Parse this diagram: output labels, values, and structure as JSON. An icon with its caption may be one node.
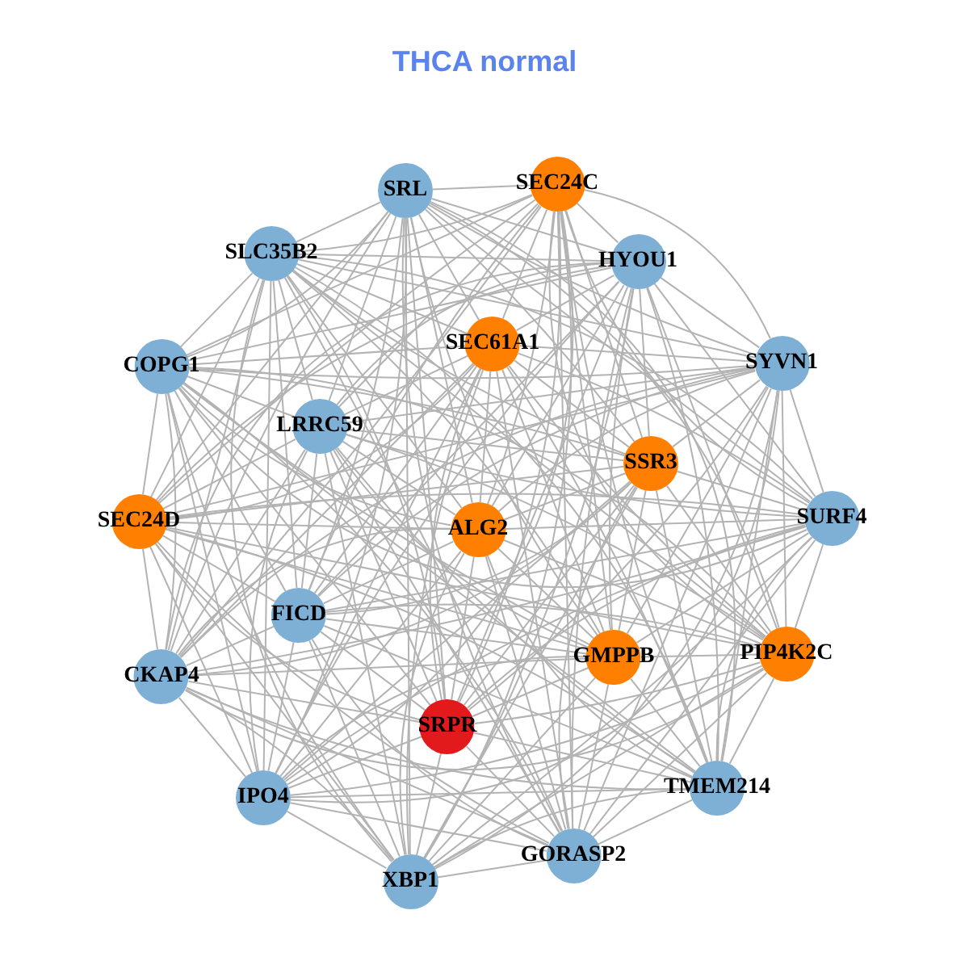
{
  "diagram": {
    "title": "THCA normal",
    "nodes": [
      {
        "text": [
          "SRL"
        ]
      },
      {
        "text": [
          "SEC24C"
        ]
      },
      {
        "text": [
          "HYOU1"
        ]
      },
      {
        "text": [
          "SLC35B2"
        ]
      },
      {
        "text": [
          "SEC61A1"
        ]
      },
      {
        "text": [
          "SYVN1"
        ]
      },
      {
        "text": [
          "COPG1"
        ]
      },
      {
        "text": [
          "LRRC59"
        ]
      },
      {
        "text": [
          "SSR3"
        ]
      },
      {
        "text": [
          "SEC24D"
        ]
      },
      {
        "text": [
          "ALG2"
        ]
      },
      {
        "text": [
          "SURF4"
        ]
      },
      {
        "text": [
          "FICD"
        ]
      },
      {
        "text": [
          "CKAP4"
        ]
      },
      {
        "text": [
          "GMPPB"
        ]
      },
      {
        "text": [
          "PIP4K2C"
        ]
      },
      {
        "text": [
          "SRPR"
        ]
      },
      {
        "text": [
          "IPO4"
        ]
      },
      {
        "text": [
          "TMEM214"
        ]
      },
      {
        "text": [
          "GORASP2"
        ]
      },
      {
        "text": [
          "XBP1"
        ]
      }
    ],
    "edges": [
      {
        "from": 0,
        "to": 1,
        "arrow": "none"
      },
      {
        "from": 0,
        "to": 2,
        "arrow": "none"
      },
      {
        "from": 0,
        "to": 3,
        "arrow": "none"
      },
      {
        "from": 0,
        "to": 4,
        "arrow": "none"
      },
      {
        "from": 0,
        "to": 5,
        "arrow": "none"
      },
      {
        "from": 0,
        "to": 6,
        "arrow": "none"
      },
      {
        "from": 0,
        "to": 7,
        "arrow": "none"
      },
      {
        "from": 0,
        "to": 8,
        "arrow": "none"
      },
      {
        "from": 0,
        "to": 9,
        "arrow": "none"
      },
      {
        "from": 0,
        "to": 10,
        "arrow": "none"
      },
      {
        "from": 0,
        "to": 11,
        "arrow": "none"
      },
      {
        "from": 0,
        "to": 12,
        "arrow": "none"
      },
      {
        "from": 0,
        "to": 13,
        "arrow": "none"
      },
      {
        "from": 0,
        "to": 14,
        "arrow": "none"
      },
      {
        "from": 0,
        "to": 15,
        "arrow": "none"
      },
      {
        "from": 0,
        "to": 16,
        "arrow": "none"
      },
      {
        "from": 0,
        "to": 17,
        "arrow": "none"
      },
      {
        "from": 0,
        "to": 18,
        "arrow": "none"
      },
      {
        "from": 0,
        "to": 19,
        "arrow": "none"
      },
      {
        "from": 0,
        "to": 20,
        "arrow": "none"
      },
      {
        "from": 1,
        "to": 2,
        "arrow": "none"
      },
      {
        "from": 1,
        "to": 3,
        "arrow": "none"
      },
      {
        "from": 1,
        "to": 4,
        "arrow": "none"
      },
      {
        "from": 1,
        "to": 5,
        "arrow": "none"
      },
      {
        "from": 1,
        "to": 6,
        "arrow": "none"
      },
      {
        "from": 1,
        "to": 7,
        "arrow": "none"
      },
      {
        "from": 1,
        "to": 8,
        "arrow": "none"
      },
      {
        "from": 1,
        "to": 9,
        "arrow": "none"
      },
      {
        "from": 1,
        "to": 10,
        "arrow": "none"
      },
      {
        "from": 1,
        "to": 11,
        "arrow": "none"
      },
      {
        "from": 1,
        "to": 12,
        "arrow": "none"
      },
      {
        "from": 1,
        "to": 13,
        "arrow": "none"
      },
      {
        "from": 1,
        "to": 14,
        "arrow": "none"
      },
      {
        "from": 1,
        "to": 15,
        "arrow": "none"
      },
      {
        "from": 1,
        "to": 16,
        "arrow": "none"
      },
      {
        "from": 1,
        "to": 17,
        "arrow": "none"
      },
      {
        "from": 1,
        "to": 18,
        "arrow": "none"
      },
      {
        "from": 1,
        "to": 19,
        "arrow": "none"
      },
      {
        "from": 1,
        "to": 20,
        "arrow": "none"
      },
      {
        "from": 2,
        "to": 3,
        "arrow": "none"
      },
      {
        "from": 2,
        "to": 4,
        "arrow": "none"
      },
      {
        "from": 2,
        "to": 5,
        "arrow": "none"
      },
      {
        "from": 2,
        "to": 6,
        "arrow": "none"
      },
      {
        "from": 2,
        "to": 7,
        "arrow": "none"
      },
      {
        "from": 2,
        "to": 8,
        "arrow": "none"
      },
      {
        "from": 2,
        "to": 9,
        "arrow": "none"
      },
      {
        "from": 2,
        "to": 10,
        "arrow": "none"
      },
      {
        "from": 2,
        "to": 11,
        "arrow": "none"
      },
      {
        "from": 2,
        "to": 12,
        "arrow": "none"
      },
      {
        "from": 2,
        "to": 13,
        "arrow": "none"
      },
      {
        "from": 2,
        "to": 14,
        "arrow": "none"
      },
      {
        "from": 2,
        "to": 15,
        "arrow": "none"
      },
      {
        "from": 2,
        "to": 16,
        "arrow": "none"
      },
      {
        "from": 2,
        "to": 17,
        "arrow": "none"
      },
      {
        "from": 2,
        "to": 18,
        "arrow": "none"
      },
      {
        "from": 2,
        "to": 19,
        "arrow": "none"
      },
      {
        "from": 2,
        "to": 20,
        "arrow": "none"
      },
      {
        "from": 3,
        "to": 4,
        "arrow": "none"
      },
      {
        "from": 3,
        "to": 5,
        "arrow": "none"
      },
      {
        "from": 3,
        "to": 6,
        "arrow": "none"
      },
      {
        "from": 3,
        "to": 7,
        "arrow": "none"
      },
      {
        "from": 3,
        "to": 8,
        "arrow": "none"
      },
      {
        "from": 3,
        "to": 9,
        "arrow": "none"
      },
      {
        "from": 3,
        "to": 10,
        "arrow": "none"
      },
      {
        "from": 3,
        "to": 11,
        "arrow": "none"
      },
      {
        "from": 3,
        "to": 12,
        "arrow": "none"
      },
      {
        "from": 3,
        "to": 13,
        "arrow": "none"
      },
      {
        "from": 3,
        "to": 14,
        "arrow": "none"
      },
      {
        "from": 3,
        "to": 15,
        "arrow": "none"
      },
      {
        "from": 3,
        "to": 16,
        "arrow": "none"
      },
      {
        "from": 3,
        "to": 17,
        "arrow": "none"
      },
      {
        "from": 3,
        "to": 18,
        "arrow": "none"
      },
      {
        "from": 3,
        "to": 19,
        "arrow": "none"
      },
      {
        "from": 3,
        "to": 20,
        "arrow": "none"
      },
      {
        "from": 4,
        "to": 5,
        "arrow": "none"
      },
      {
        "from": 4,
        "to": 6,
        "arrow": "none"
      },
      {
        "from": 4,
        "to": 7,
        "arrow": "none"
      },
      {
        "from": 4,
        "to": 8,
        "arrow": "none"
      },
      {
        "from": 4,
        "to": 9,
        "arrow": "none"
      },
      {
        "from": 4,
        "to": 10,
        "arrow": "none"
      },
      {
        "from": 4,
        "to": 11,
        "arrow": "none"
      },
      {
        "from": 4,
        "to": 12,
        "arrow": "none"
      },
      {
        "from": 4,
        "to": 13,
        "arrow": "none"
      },
      {
        "from": 4,
        "to": 14,
        "arrow": "none"
      },
      {
        "from": 4,
        "to": 15,
        "arrow": "none"
      },
      {
        "from": 4,
        "to": 16,
        "arrow": "none"
      },
      {
        "from": 4,
        "to": 17,
        "arrow": "none"
      },
      {
        "from": 4,
        "to": 18,
        "arrow": "none"
      },
      {
        "from": 4,
        "to": 19,
        "arrow": "none"
      },
      {
        "from": 4,
        "to": 20,
        "arrow": "none"
      },
      {
        "from": 5,
        "to": 6,
        "arrow": "none"
      },
      {
        "from": 5,
        "to": 7,
        "arrow": "none"
      },
      {
        "from": 5,
        "to": 8,
        "arrow": "none"
      },
      {
        "from": 5,
        "to": 9,
        "arrow": "none"
      },
      {
        "from": 5,
        "to": 10,
        "arrow": "none"
      },
      {
        "from": 5,
        "to": 11,
        "arrow": "none"
      },
      {
        "from": 5,
        "to": 12,
        "arrow": "none"
      },
      {
        "from": 5,
        "to": 13,
        "arrow": "none"
      },
      {
        "from": 5,
        "to": 14,
        "arrow": "none"
      },
      {
        "from": 5,
        "to": 15,
        "arrow": "none"
      },
      {
        "from": 5,
        "to": 16,
        "arrow": "none"
      },
      {
        "from": 5,
        "to": 17,
        "arrow": "none"
      },
      {
        "from": 5,
        "to": 18,
        "arrow": "none"
      },
      {
        "from": 5,
        "to": 19,
        "arrow": "none"
      },
      {
        "from": 5,
        "to": 20,
        "arrow": "none"
      },
      {
        "from": 6,
        "to": 7,
        "arrow": "none"
      },
      {
        "from": 6,
        "to": 8,
        "arrow": "none"
      },
      {
        "from": 6,
        "to": 9,
        "arrow": "none"
      },
      {
        "from": 6,
        "to": 10,
        "arrow": "none"
      },
      {
        "from": 6,
        "to": 11,
        "arrow": "none"
      },
      {
        "from": 6,
        "to": 12,
        "arrow": "none"
      },
      {
        "from": 6,
        "to": 13,
        "arrow": "none"
      },
      {
        "from": 6,
        "to": 14,
        "arrow": "none"
      },
      {
        "from": 6,
        "to": 15,
        "arrow": "none"
      },
      {
        "from": 6,
        "to": 16,
        "arrow": "none"
      },
      {
        "from": 6,
        "to": 17,
        "arrow": "none"
      },
      {
        "from": 6,
        "to": 18,
        "arrow": "none"
      },
      {
        "from": 6,
        "to": 19,
        "arrow": "none"
      },
      {
        "from": 6,
        "to": 20,
        "arrow": "none"
      },
      {
        "from": 7,
        "to": 8,
        "arrow": "none"
      },
      {
        "from": 7,
        "to": 9,
        "arrow": "none"
      },
      {
        "from": 7,
        "to": 10,
        "arrow": "none"
      },
      {
        "from": 7,
        "to": 11,
        "arrow": "none"
      },
      {
        "from": 7,
        "to": 12,
        "arrow": "none"
      },
      {
        "from": 7,
        "to": 13,
        "arrow": "none"
      },
      {
        "from": 7,
        "to": 14,
        "arrow": "none"
      },
      {
        "from": 7,
        "to": 15,
        "arrow": "none"
      },
      {
        "from": 7,
        "to": 16,
        "arrow": "none"
      },
      {
        "from": 7,
        "to": 17,
        "arrow": "none"
      },
      {
        "from": 7,
        "to": 18,
        "arrow": "none"
      },
      {
        "from": 7,
        "to": 19,
        "arrow": "none"
      },
      {
        "from": 7,
        "to": 20,
        "arrow": "none"
      },
      {
        "from": 8,
        "to": 9,
        "arrow": "none"
      },
      {
        "from": 8,
        "to": 10,
        "arrow": "none"
      },
      {
        "from": 8,
        "to": 11,
        "arrow": "none"
      },
      {
        "from": 8,
        "to": 12,
        "arrow": "none"
      },
      {
        "from": 8,
        "to": 13,
        "arrow": "none"
      },
      {
        "from": 8,
        "to": 14,
        "arrow": "none"
      },
      {
        "from": 8,
        "to": 15,
        "arrow": "none"
      },
      {
        "from": 8,
        "to": 16,
        "arrow": "none"
      },
      {
        "from": 8,
        "to": 17,
        "arrow": "none"
      },
      {
        "from": 8,
        "to": 18,
        "arrow": "none"
      },
      {
        "from": 8,
        "to": 19,
        "arrow": "none"
      },
      {
        "from": 8,
        "to": 20,
        "arrow": "none"
      },
      {
        "from": 9,
        "to": 10,
        "arrow": "none"
      },
      {
        "from": 9,
        "to": 11,
        "arrow": "none"
      },
      {
        "from": 9,
        "to": 12,
        "arrow": "none"
      },
      {
        "from": 9,
        "to": 13,
        "arrow": "none"
      },
      {
        "from": 9,
        "to": 14,
        "arrow": "none"
      },
      {
        "from": 9,
        "to": 15,
        "arrow": "none"
      },
      {
        "from": 9,
        "to": 16,
        "arrow": "none"
      },
      {
        "from": 9,
        "to": 17,
        "arrow": "none"
      },
      {
        "from": 9,
        "to": 18,
        "arrow": "none"
      },
      {
        "from": 9,
        "to": 19,
        "arrow": "none"
      },
      {
        "from": 9,
        "to": 20,
        "arrow": "none"
      },
      {
        "from": 10,
        "to": 11,
        "arrow": "none"
      },
      {
        "from": 10,
        "to": 12,
        "arrow": "none"
      },
      {
        "from": 10,
        "to": 13,
        "arrow": "none"
      },
      {
        "from": 10,
        "to": 14,
        "arrow": "none"
      },
      {
        "from": 10,
        "to": 15,
        "arrow": "none"
      },
      {
        "from": 10,
        "to": 16,
        "arrow": "none"
      },
      {
        "from": 10,
        "to": 17,
        "arrow": "none"
      },
      {
        "from": 10,
        "to": 18,
        "arrow": "none"
      },
      {
        "from": 10,
        "to": 19,
        "arrow": "none"
      },
      {
        "from": 10,
        "to": 20,
        "arrow": "none"
      },
      {
        "from": 11,
        "to": 12,
        "arrow": "none"
      },
      {
        "from": 11,
        "to": 13,
        "arrow": "none"
      },
      {
        "from": 11,
        "to": 14,
        "arrow": "none"
      },
      {
        "from": 11,
        "to": 15,
        "arrow": "none"
      },
      {
        "from": 11,
        "to": 16,
        "arrow": "none"
      },
      {
        "from": 11,
        "to": 17,
        "arrow": "none"
      },
      {
        "from": 11,
        "to": 18,
        "arrow": "none"
      },
      {
        "from": 11,
        "to": 19,
        "arrow": "none"
      },
      {
        "from": 11,
        "to": 20,
        "arrow": "none"
      },
      {
        "from": 12,
        "to": 13,
        "arrow": "none"
      },
      {
        "from": 12,
        "to": 14,
        "arrow": "none"
      },
      {
        "from": 12,
        "to": 15,
        "arrow": "none"
      },
      {
        "from": 12,
        "to": 16,
        "arrow": "none"
      },
      {
        "from": 12,
        "to": 17,
        "arrow": "none"
      },
      {
        "from": 12,
        "to": 18,
        "arrow": "none"
      },
      {
        "from": 12,
        "to": 19,
        "arrow": "none"
      },
      {
        "from": 12,
        "to": 20,
        "arrow": "none"
      },
      {
        "from": 13,
        "to": 14,
        "arrow": "none"
      },
      {
        "from": 13,
        "to": 15,
        "arrow": "none"
      },
      {
        "from": 13,
        "to": 16,
        "arrow": "none"
      },
      {
        "from": 13,
        "to": 17,
        "arrow": "none"
      },
      {
        "from": 13,
        "to": 18,
        "arrow": "none"
      },
      {
        "from": 13,
        "to": 19,
        "arrow": "none"
      },
      {
        "from": 13,
        "to": 20,
        "arrow": "none"
      },
      {
        "from": 14,
        "to": 15,
        "arrow": "none"
      },
      {
        "from": 14,
        "to": 16,
        "arrow": "none"
      },
      {
        "from": 14,
        "to": 17,
        "arrow": "none"
      },
      {
        "from": 14,
        "to": 18,
        "arrow": "none"
      },
      {
        "from": 14,
        "to": 19,
        "arrow": "none"
      },
      {
        "from": 14,
        "to": 20,
        "arrow": "none"
      },
      {
        "from": 15,
        "to": 16,
        "arrow": "none"
      },
      {
        "from": 15,
        "to": 17,
        "arrow": "none"
      },
      {
        "from": 15,
        "to": 18,
        "arrow": "none"
      },
      {
        "from": 15,
        "to": 19,
        "arrow": "none"
      },
      {
        "from": 15,
        "to": 20,
        "arrow": "none"
      },
      {
        "from": 16,
        "to": 17,
        "arrow": "none"
      },
      {
        "from": 16,
        "to": 18,
        "arrow": "none"
      },
      {
        "from": 16,
        "to": 19,
        "arrow": "none"
      },
      {
        "from": 16,
        "to": 20,
        "arrow": "none"
      },
      {
        "from": 17,
        "to": 18,
        "arrow": "none"
      },
      {
        "from": 17,
        "to": 19,
        "arrow": "none"
      },
      {
        "from": 17,
        "to": 20,
        "arrow": "none"
      },
      {
        "from": 18,
        "to": 19,
        "arrow": "none"
      },
      {
        "from": 18,
        "to": 20,
        "arrow": "none"
      },
      {
        "from": 19,
        "to": 20,
        "arrow": "none"
      }
    ]
  }
}
